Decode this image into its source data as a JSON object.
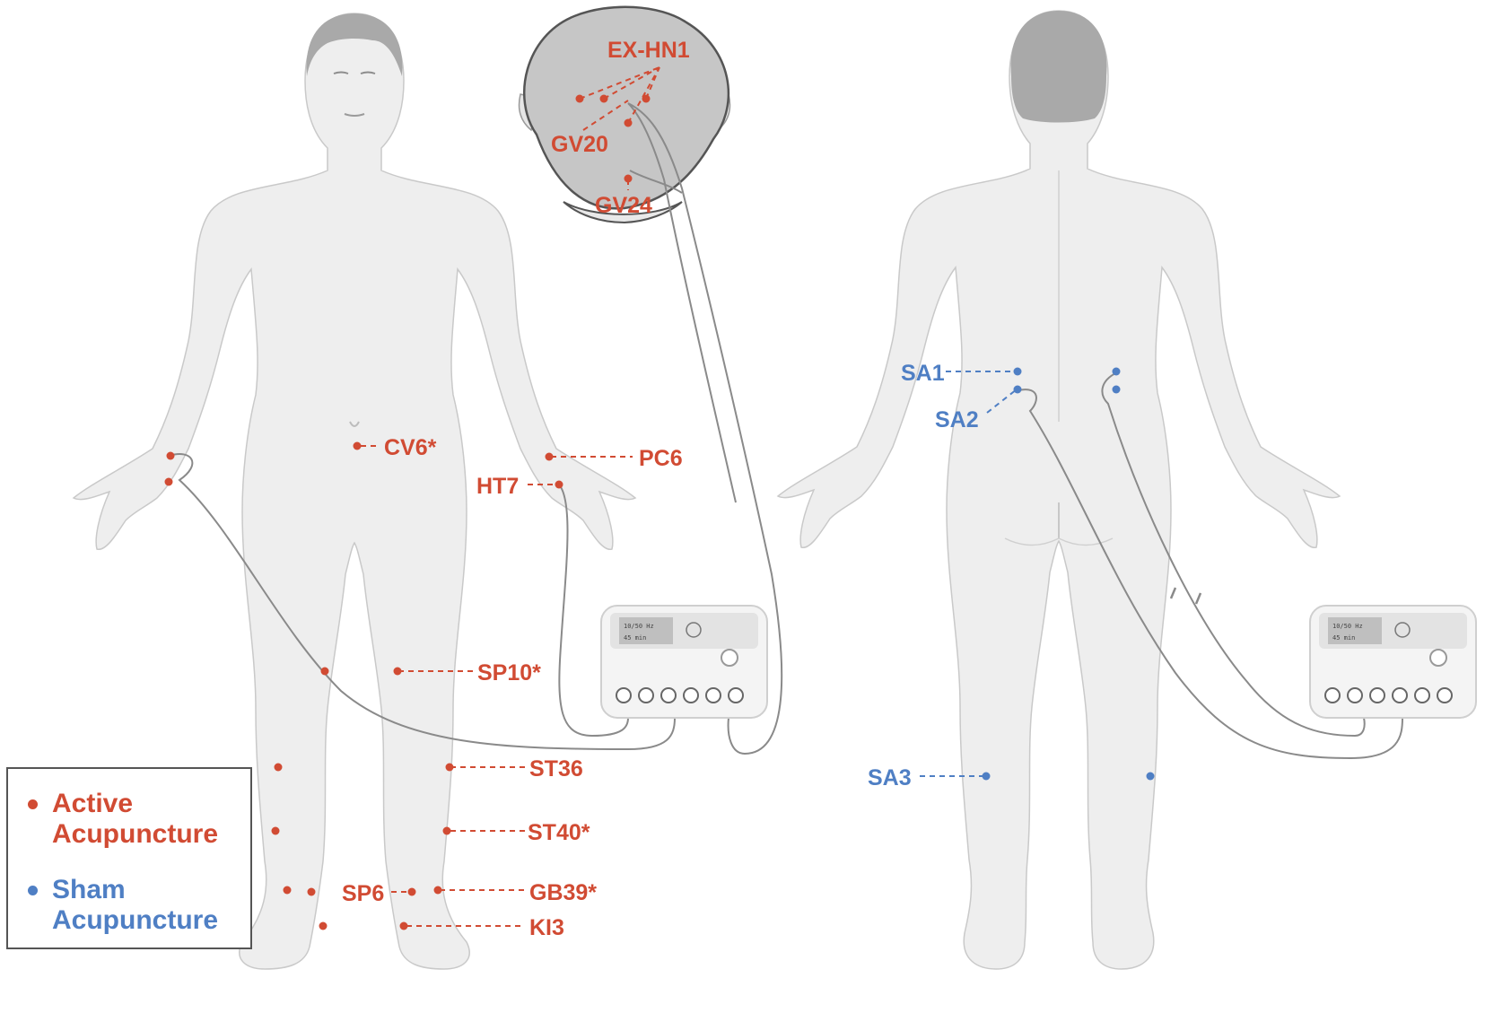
{
  "colors": {
    "active": "#d14b33",
    "sham": "#4f7fc4",
    "body": "#eeeeee",
    "hair": "#a9a9a9",
    "wire": "#8a8a8a"
  },
  "points": {
    "ex_hn1": "EX-HN1",
    "gv20": "GV20",
    "gv24": "GV24",
    "cv6": "CV6*",
    "pc6": "PC6",
    "ht7": "HT7",
    "sp10": "SP10*",
    "st36": "ST36",
    "st40": "ST40*",
    "sp6": "SP6",
    "gb39": "GB39*",
    "ki3": "KI3",
    "sa1": "SA1",
    "sa2": "SA2",
    "sa3": "SA3"
  },
  "legend": {
    "active": [
      "Active",
      "Acupuncture"
    ],
    "sham": [
      "Sham",
      "Acupuncture"
    ]
  },
  "icons": [
    "acupuncture-point-dot",
    "electro-stimulator-device",
    "electrode-wire"
  ]
}
